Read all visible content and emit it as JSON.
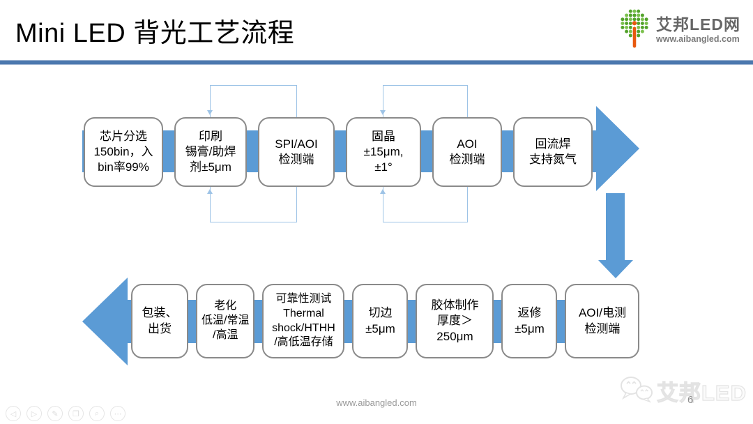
{
  "header": {
    "title": "Mini LED 背光工艺流程",
    "logo": {
      "name": "艾邦LED网",
      "url": "www.aibangled.com"
    }
  },
  "flow": {
    "top_steps": [
      {
        "label": "芯片分选\n150bin，入\nbin率99%"
      },
      {
        "label": "印刷\n锡膏/助焊\n剂±5μm"
      },
      {
        "label": "SPI/AOI\n检测端"
      },
      {
        "label": "固晶\n±15μm,\n±1°"
      },
      {
        "label": "AOI\n检测端"
      },
      {
        "label": "回流焊\n支持氮气"
      }
    ],
    "bottom_steps": [
      {
        "label": "包装、\n出货"
      },
      {
        "label": "老化\n低温/常温\n/高温"
      },
      {
        "label": "可靠性测试\nThermal\nshock/HTHH\n/高低温存储"
      },
      {
        "label": "切边\n±5μm"
      },
      {
        "label": "胶体制作\n厚度＞\n250μm"
      },
      {
        "label": "返修\n±5μm"
      },
      {
        "label": "AOI/电测\n检测端"
      }
    ]
  },
  "footer": {
    "site_url": "www.aibangled.com",
    "page_number": "6",
    "watermark_text": "艾邦LED"
  },
  "controls": {
    "items": [
      {
        "name": "previous-slide",
        "glyph": "◁"
      },
      {
        "name": "next-slide",
        "glyph": "▷"
      },
      {
        "name": "pen",
        "glyph": "✎"
      },
      {
        "name": "copy-slide",
        "glyph": "❐"
      },
      {
        "name": "zoom",
        "glyph": "⌕"
      },
      {
        "name": "more",
        "glyph": "⋯"
      }
    ]
  },
  "colors": {
    "arrow_blue": "#5B9BD5",
    "loop_line_blue": "#9DC3E6",
    "divider_blue": "#4C78AE",
    "box_border_gray": "#8A8A8A",
    "logo_green": "#54A32C",
    "logo_orange": "#E8590F"
  }
}
